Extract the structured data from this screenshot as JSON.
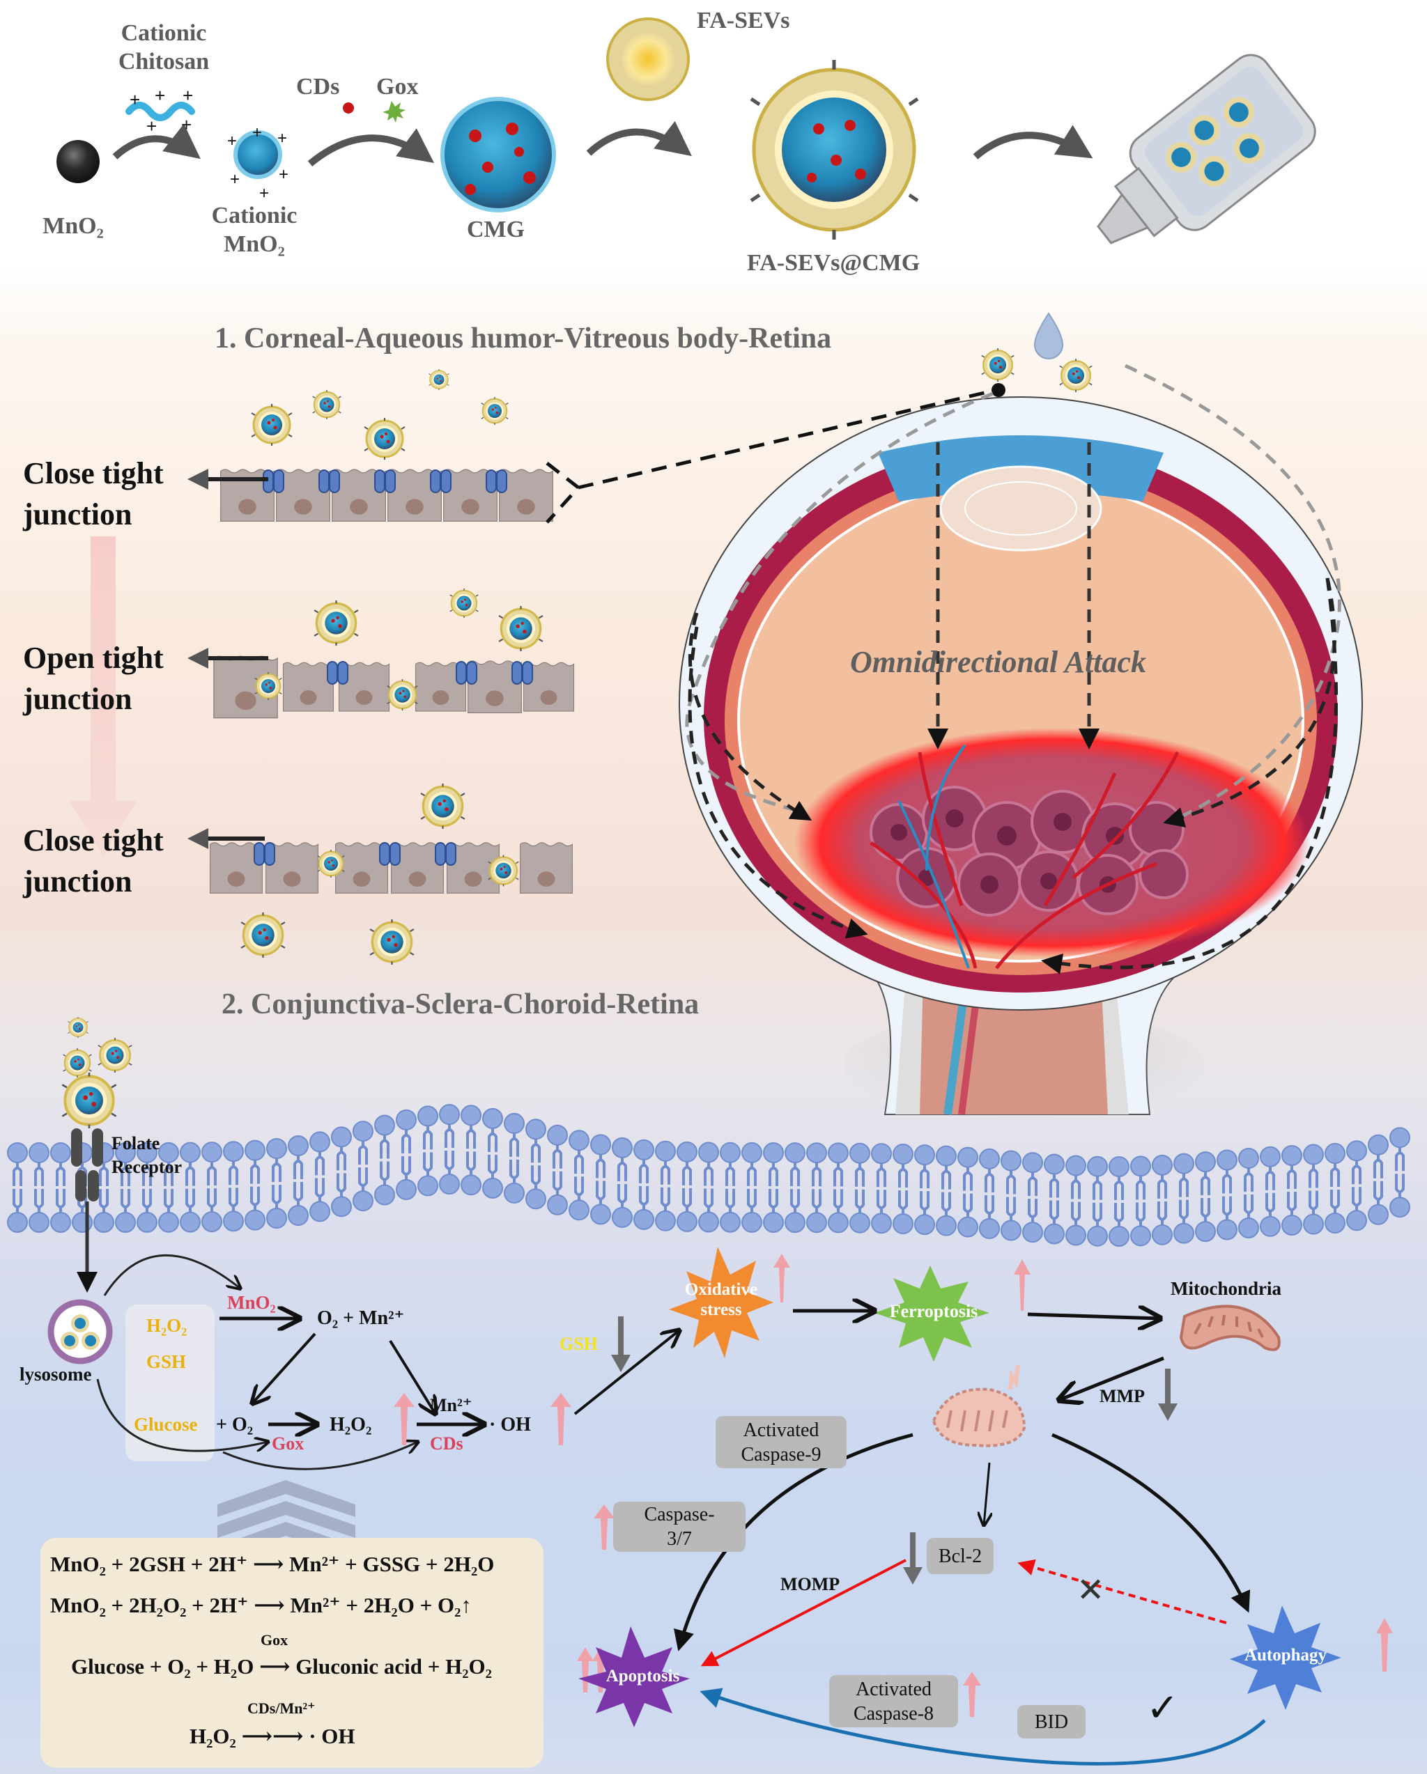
{
  "synthesis": {
    "mno2": "MnO₂",
    "chitosan_label": [
      "Cationic",
      "Chitosan"
    ],
    "cationic_mno2": [
      "Cationic",
      "MnO₂"
    ],
    "cds": "CDs",
    "gox": "Gox",
    "cmg": "CMG",
    "fa_sevs": "FA-SEVs",
    "fa_sevs_cmg": "FA-SEVs@CMG",
    "eye_drop_bottle": "eye-drop-bottle"
  },
  "route1": {
    "title": "1. Corneal-Aqueous humor-Vitreous body-Retina",
    "stages": [
      {
        "label_line1": "Close tight",
        "label_line2": "junction"
      },
      {
        "label_line1": "Open tight",
        "label_line2": "junction"
      },
      {
        "label_line1": "Close tight",
        "label_line2": "junction"
      }
    ]
  },
  "eye": {
    "annotation": "Omnidirectional Attack"
  },
  "route2": {
    "title": "2. Conjunctiva-Sclera-Choroid-Retina"
  },
  "membrane": {
    "receptor_line1": "Folate",
    "receptor_line2": "Receptor"
  },
  "lysosome": {
    "label": "lysosome",
    "substrates": [
      "H₂O₂",
      "GSH",
      "Glucose"
    ]
  },
  "cascade": {
    "mno2_catalyst": "MnO₂",
    "product1": "O₂ + Mn²⁺",
    "o2": "+ O₂",
    "h2o2": "H₂O₂",
    "gox_catalyst": "Gox",
    "mn_catalyst": "Mn²⁺",
    "cds_catalyst": "CDs",
    "oh": "· OH",
    "gsh_down": "GSH"
  },
  "pathway": {
    "oxidative_stress": [
      "Oxidative",
      "stress"
    ],
    "ferroptosis": "Ferroptosis",
    "mitochondria": "Mitochondria",
    "mmp": "MMP",
    "activated_caspase9": [
      "Activated",
      "Caspase-9"
    ],
    "caspase37": [
      "Caspase-",
      "3/7"
    ],
    "bcl2": "Bcl-2",
    "momp": "MOMP",
    "apoptosis": "Apoptosis",
    "autophagy": "Autophagy",
    "activated_caspase8": [
      "Activated",
      "Caspase-8"
    ],
    "bid": "BID",
    "cross_mark": "✕",
    "check_mark": "✓"
  },
  "equations": [
    {
      "lhs": "MnO₂ + 2GSH + 2H⁺",
      "over": "",
      "rhs": "Mn²⁺ + GSSG + 2H₂O"
    },
    {
      "lhs": "MnO₂ + 2H₂O₂ + 2H⁺",
      "over": "",
      "rhs": "Mn²⁺ + 2H₂O + O₂↑"
    },
    {
      "lhs": "Glucose + O₂ + H₂O",
      "over": "Gox",
      "rhs": "Gluconic acid + H₂O₂"
    },
    {
      "lhs": "H₂O₂",
      "over": "CDs/Mn²⁺",
      "rhs": "· OH"
    }
  ],
  "colors": {
    "substrate_yellow": "#e8b10f",
    "catalyst_red": "#d9435a",
    "up_arrow_pink": "#f0a0a8",
    "down_arrow_gray": "#6b6b6b",
    "oxidative_orange": "#f28a30",
    "ferroptosis_green": "#7dc24b",
    "apoptosis_purple": "#7a35a8",
    "autophagy_blue": "#4f7fd6",
    "membrane_blue": "#8fa9de"
  }
}
